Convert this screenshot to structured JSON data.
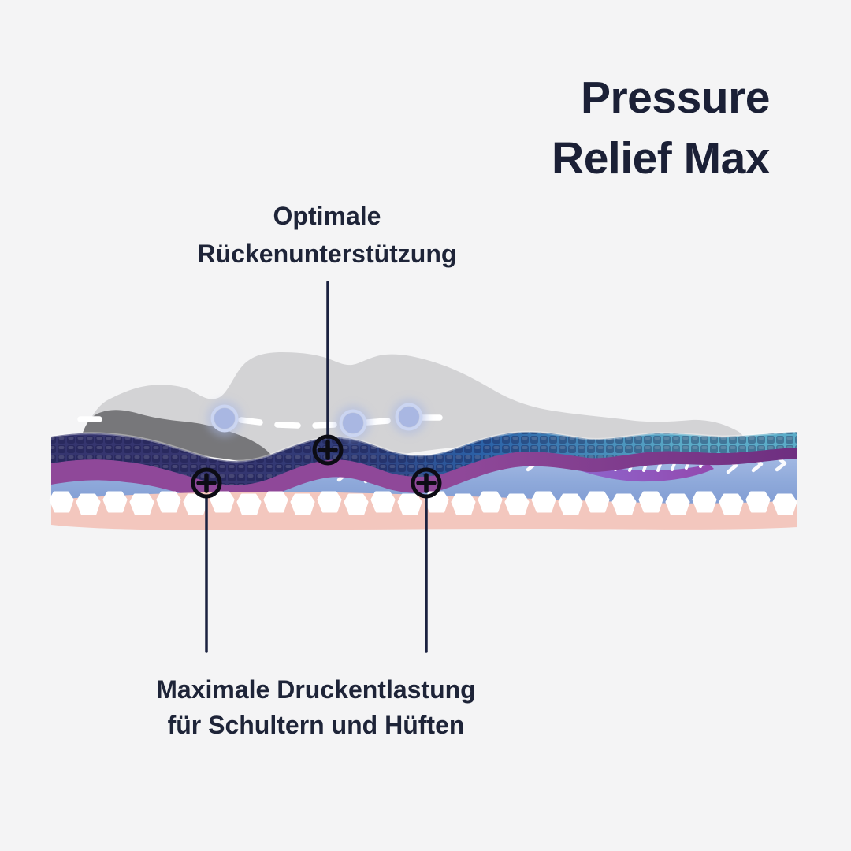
{
  "title": {
    "lines": [
      "Pressure",
      "Relief Max"
    ]
  },
  "callouts": [
    {
      "id": "back-support",
      "lines": [
        "Optimale",
        "Rückenunterstützung"
      ]
    },
    {
      "id": "shoulder-hip-relief",
      "lines": [
        "Maximale Druckentlastung",
        "für Schultern und Hüften"
      ]
    }
  ],
  "icons": [
    "plus-marker-icon",
    "spine-point-icon"
  ],
  "colors": {
    "background": "#f4f4f5",
    "heading_text": "#1b2036",
    "callout_text": "#1e2438",
    "callout_line": "#1b2240",
    "marker_outline": "#0c0c14",
    "body_silhouette": "#d3d3d5",
    "arm_silhouette": "#77777a",
    "spine_dot_fill": "#a9b7e2",
    "spine_dot_ring": "#cbd5f1",
    "spine_dash": "#ffffff",
    "top_layer_left": "#35356f",
    "top_layer_mid": "#2b62a8",
    "top_layer_right": "#5bacc8",
    "middle_layer_left": "#8f4899",
    "middle_layer_right": "#6e2f80",
    "support_layer": "#8ea9da",
    "shoulder_insert_left": "#b168c4",
    "shoulder_insert_right": "#8f82e4",
    "hip_insert_left": "#8d68d0",
    "hip_insert_right": "#9349ae",
    "hexagon": "#ffffff",
    "base_layer": "#f3c7be"
  }
}
